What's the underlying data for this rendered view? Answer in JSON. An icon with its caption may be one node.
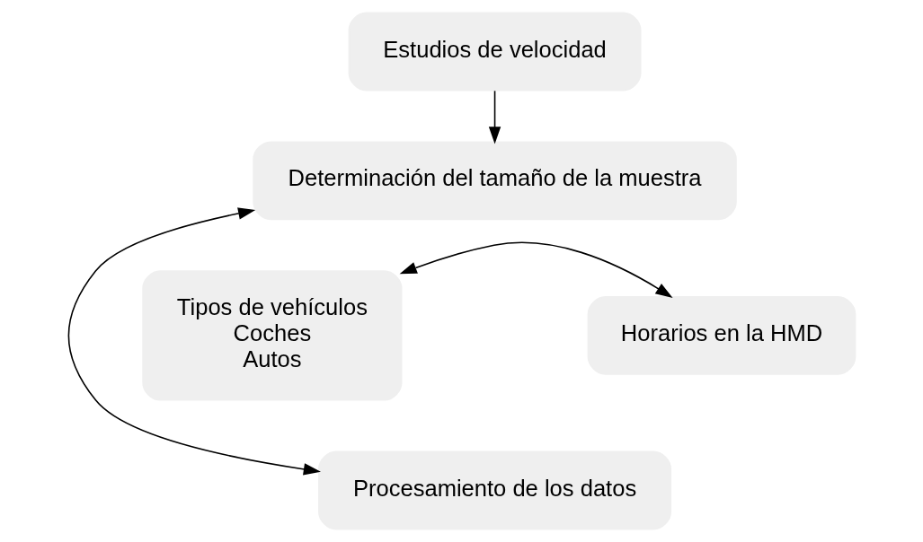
{
  "diagram": {
    "nodes": [
      {
        "text": [
          "Estudios de velocidad"
        ]
      },
      {
        "text": [
          "Determinación del tamaño de la muestra"
        ]
      },
      {
        "text": [
          "Tipos de vehículos",
          "Coches",
          "Autos"
        ]
      },
      {
        "text": [
          "Horarios en la HMD"
        ]
      },
      {
        "text": [
          "Procesamiento de los datos"
        ]
      }
    ],
    "edges": [
      {
        "from": 0,
        "to": 1,
        "arrow": "to"
      },
      {
        "from": 1,
        "to": 4,
        "arrow": "both"
      },
      {
        "from": 2,
        "to": 3,
        "arrow": "both"
      }
    ]
  }
}
